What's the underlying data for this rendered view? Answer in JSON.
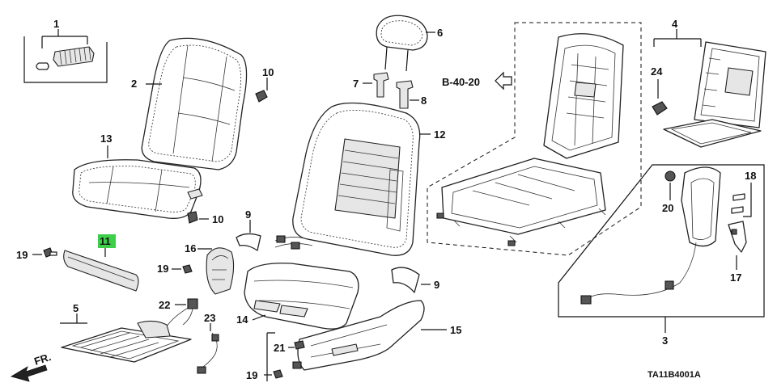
{
  "diagram_id": "TA11B4001A",
  "reference": "B-40-20",
  "front_marker": "FR.",
  "highlighted_part": "11",
  "colors": {
    "highlight": "#3ecf4a",
    "line": "#111111"
  },
  "parts": [
    {
      "num": "1"
    },
    {
      "num": "2"
    },
    {
      "num": "3"
    },
    {
      "num": "4"
    },
    {
      "num": "5"
    },
    {
      "num": "6"
    },
    {
      "num": "7"
    },
    {
      "num": "8"
    },
    {
      "num": "9"
    },
    {
      "num": "9"
    },
    {
      "num": "10"
    },
    {
      "num": "10"
    },
    {
      "num": "11"
    },
    {
      "num": "12"
    },
    {
      "num": "13"
    },
    {
      "num": "14"
    },
    {
      "num": "15"
    },
    {
      "num": "16"
    },
    {
      "num": "17"
    },
    {
      "num": "18"
    },
    {
      "num": "19"
    },
    {
      "num": "19"
    },
    {
      "num": "19"
    },
    {
      "num": "20"
    },
    {
      "num": "21"
    },
    {
      "num": "22"
    },
    {
      "num": "23"
    },
    {
      "num": "24"
    }
  ]
}
